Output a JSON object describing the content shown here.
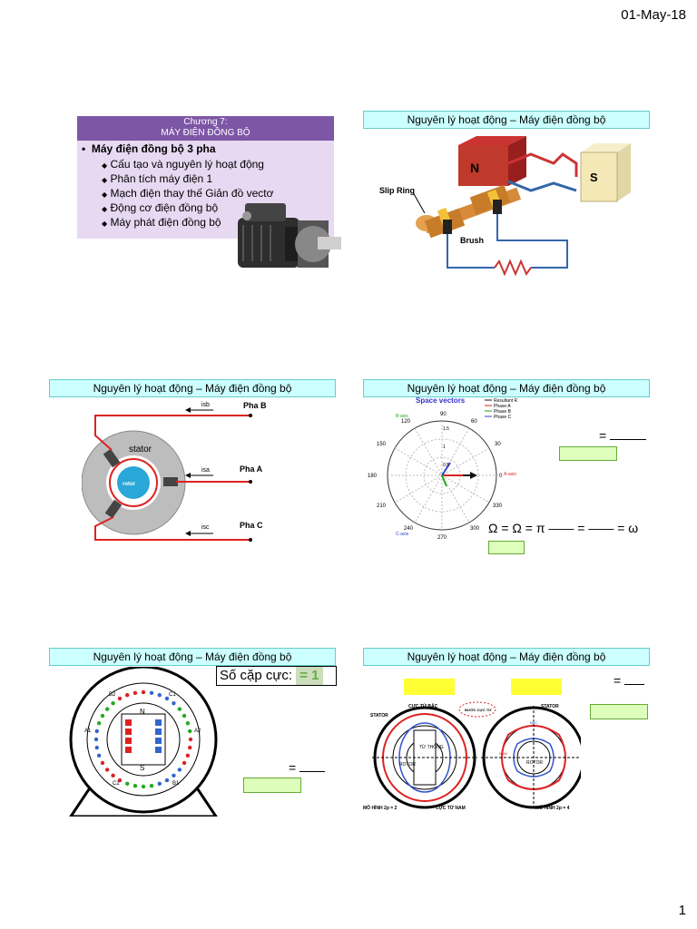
{
  "header": {
    "date": "01-May-18"
  },
  "footer": {
    "page": "1"
  },
  "slide1": {
    "chapter": "Chương 7:",
    "title": "MÁY ĐIỆN ĐỒNG BỘ",
    "main_bullet": "Máy điện đồng bộ 3 pha",
    "sub_bullets": [
      "Cấu tạo và nguyên lý hoạt động",
      "Phân tích máy điện 1",
      "Mạch điện thay thế  Giản đồ vectơ",
      "Động cơ điện đồng bộ",
      "Máy phát điện đồng bộ"
    ]
  },
  "slide2": {
    "title": "Nguyên lý hoạt động – Máy điện đồng bộ",
    "label_n": "N",
    "label_s": "S",
    "label_slip": "Slip Ring",
    "label_brush": "Brush"
  },
  "slide3": {
    "title": "Nguyên lý hoạt động – Máy điện đồng bộ",
    "phase_b": "Pha B",
    "phase_a": "Pha A",
    "phase_c": "Pha C",
    "i_b": "isb",
    "i_a": "isa",
    "i_c": "isc",
    "stator": "stator",
    "rotor": "rotor"
  },
  "slide4": {
    "title": "Nguyên lý hoạt động – Máy điện đồng bộ",
    "chart_title": "Space vectors",
    "legend": [
      "Resultant R",
      "Phase A",
      "Phase B",
      "Phase C"
    ],
    "angles": [
      "90",
      "60",
      "30",
      "0",
      "330",
      "300",
      "270",
      "240",
      "210",
      "180",
      "150",
      "120"
    ],
    "radii": [
      "0.5",
      "1",
      "1.5"
    ],
    "axis_a": "A-axis",
    "axis_b": "B-axis",
    "axis_c": "C-axis",
    "eq1": "=",
    "eq2": "Ω = Ω   =  π —— =  ——  = ω",
    "eq2_pi": "π"
  },
  "slide5": {
    "title": "Nguyên lý hoạt động – Máy điện đồng bộ",
    "pole_label": "Số cặp cực:",
    "pole_value": "= 1",
    "eq": "=",
    "labels": [
      "B2",
      "C1",
      "A1",
      "A2",
      "C2",
      "B1",
      "N",
      "S"
    ]
  },
  "slide6": {
    "title": "Nguyên lý hoạt động – Máy điện đồng bộ",
    "eq": "=",
    "stator_l": "STATOR",
    "north_pole": "CỰC TỪ BẮC",
    "pole_step": "BƯỚC CỰC TỪ",
    "flux": "TỪ THÔNG",
    "rotor_l": "ROTOR",
    "south_pole": "CỰC TỪ NAM",
    "model1": "MÔ HÌNH 2p = 2",
    "model2": "MÔ HÌNH 2p = 4",
    "stator_r": "STATOR",
    "rotor_r": "ROTOR",
    "bac": "BẮC",
    "nam": "NAM"
  }
}
